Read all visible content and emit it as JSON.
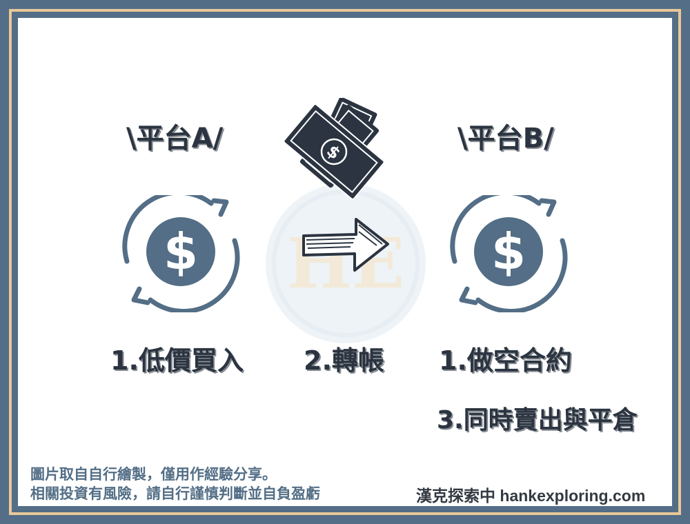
{
  "platform_a": "\\平台A/",
  "platform_b": "\\平台B/",
  "steps": {
    "buy": "1.低價買入",
    "transfer": "2.轉帳",
    "short": "1.做空合約",
    "close": "3.同時賣出與平倉"
  },
  "footer": {
    "note_line1": "圖片取自自行繪製，僅用作經驗分享。",
    "note_line2": "相關投資有風險，請自行謹慎判斷並自負盈虧",
    "brand": "漢克探索中 hankexploring.com"
  },
  "watermark": "HE",
  "colors": {
    "frame_blue": "#536e86",
    "frame_gold": "#e9c898",
    "icon_blue": "#536e86",
    "money_dark": "#2b3440"
  }
}
